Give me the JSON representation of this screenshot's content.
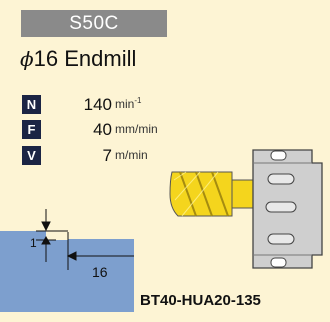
{
  "material": "S50C",
  "tool": {
    "symbol": "ϕ",
    "name": "16 Endmill"
  },
  "params": [
    {
      "badge": "N",
      "value": "140",
      "unit": "min",
      "unit_sup": "-1"
    },
    {
      "badge": "F",
      "value": "40",
      "unit": "mm/min",
      "unit_sup": ""
    },
    {
      "badge": "V",
      "value": "7",
      "unit": "m/min",
      "unit_sup": ""
    }
  ],
  "cut": {
    "depth": "1",
    "width": "16"
  },
  "holder": "BT40-HUA20-135",
  "colors": {
    "background": "#fdf4d4",
    "material_badge": "#8a8a8a",
    "param_badge": "#1b2444",
    "workpiece": "#7d9fce",
    "endmill": "#f4d51d",
    "holder": "#cfcfcf"
  }
}
